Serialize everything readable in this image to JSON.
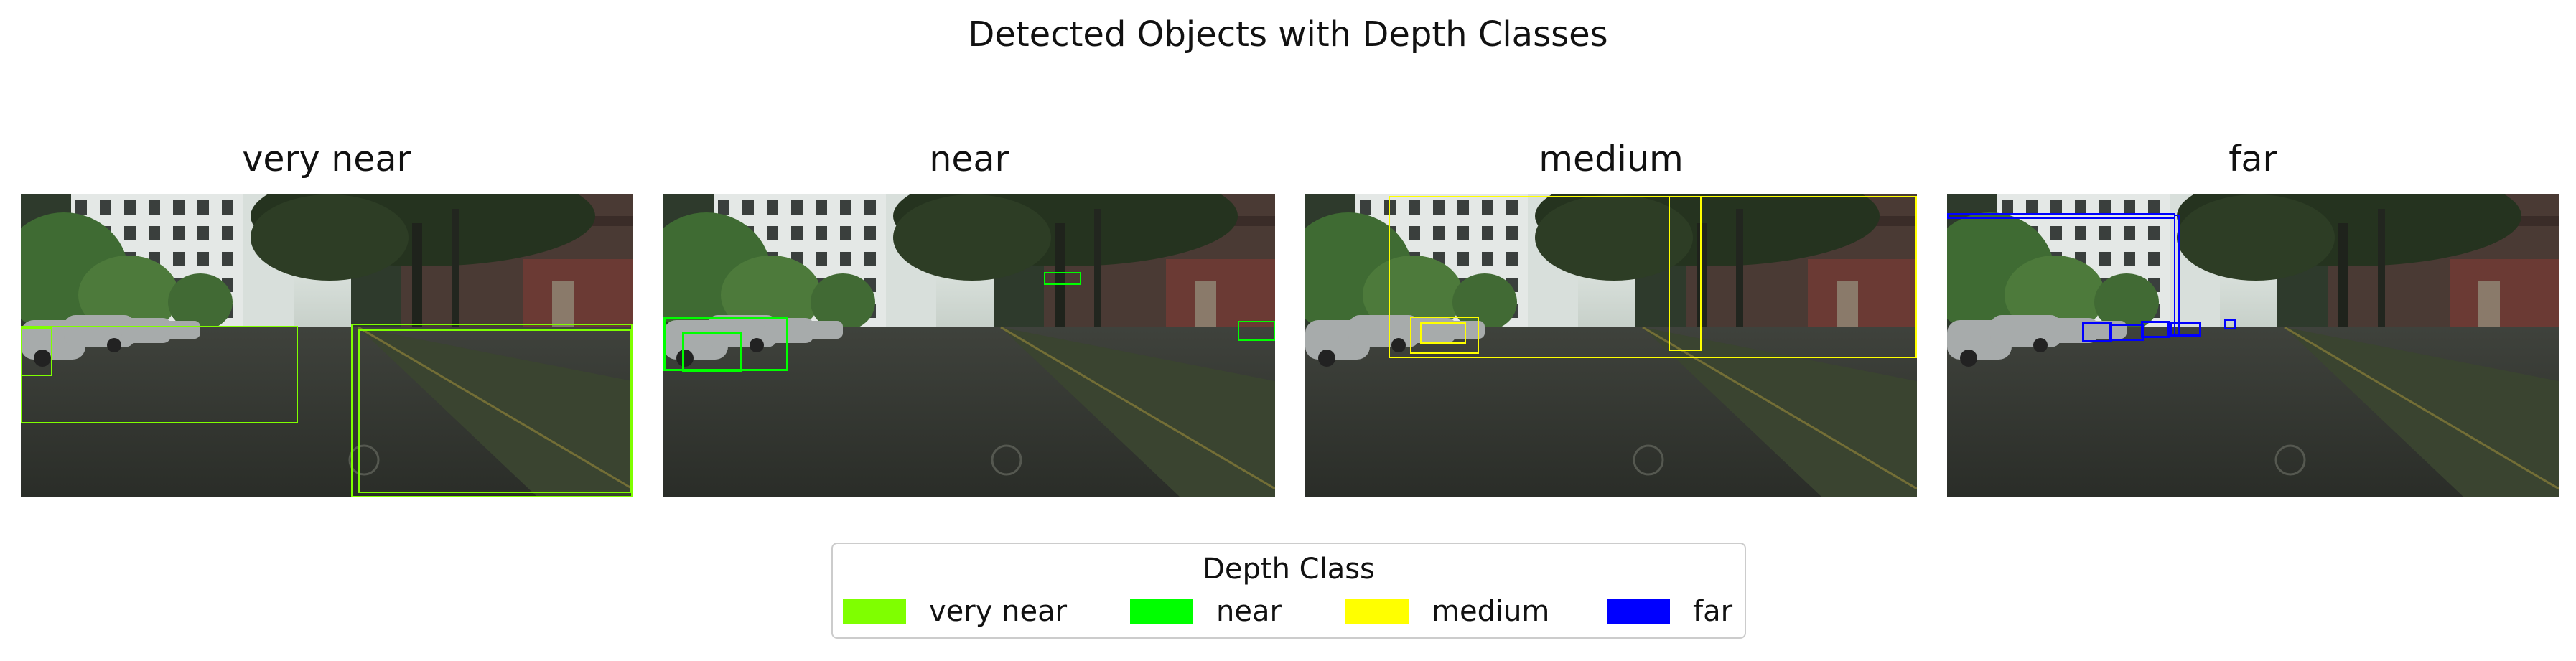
{
  "figure": {
    "title": "Detected Objects with Depth Classes"
  },
  "panels": [
    {
      "title": "very near",
      "box_color": "#7fff00"
    },
    {
      "title": "near",
      "box_color": "#00ff00"
    },
    {
      "title": "medium",
      "box_color": "#ffff00"
    },
    {
      "title": "far",
      "box_color": "#0000ff"
    }
  ],
  "legend": {
    "title": "Depth Class",
    "items": [
      {
        "label": "very near",
        "color": "#7fff00"
      },
      {
        "label": "near",
        "color": "#00ff00"
      },
      {
        "label": "medium",
        "color": "#ffff00"
      },
      {
        "label": "far",
        "color": "#0000ff"
      }
    ]
  }
}
